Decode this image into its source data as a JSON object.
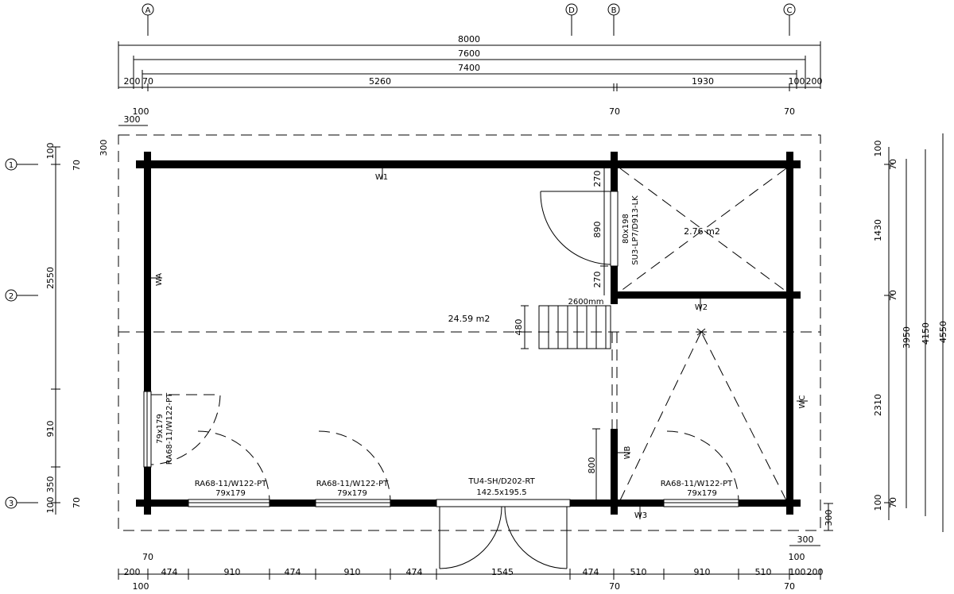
{
  "axes": {
    "A": "A",
    "D": "D",
    "B": "B",
    "C": "C",
    "r1": "1",
    "r2": "2",
    "r3": "3"
  },
  "top_dims": {
    "overall": "8000",
    "r2": "7600",
    "r3": "7400",
    "r4": [
      "200",
      "70",
      "5260",
      "1930",
      "100",
      "200"
    ],
    "r5": [
      "100",
      "70",
      "70"
    ],
    "r6": "300"
  },
  "bottom_dims": {
    "above": [
      "70",
      "100",
      "300"
    ],
    "main": [
      "200",
      "474",
      "910",
      "474",
      "910",
      "474",
      "1545",
      "474",
      "510",
      "910",
      "510",
      "100",
      "200"
    ],
    "below": [
      "100",
      "70",
      "70"
    ]
  },
  "left_dims": [
    "300",
    "100",
    "70",
    "2550",
    "910",
    "350",
    "100",
    "70"
  ],
  "right_dims": [
    "100",
    "70",
    "1430",
    "70",
    "2310",
    "100",
    "70",
    "3950",
    "4150",
    "4550",
    "300"
  ],
  "rooms": {
    "main_area": "24.59 m2",
    "small_area": "2.76 m2"
  },
  "walls": {
    "w1": "W1",
    "w2": "W2",
    "w3": "W3",
    "wa": "WA",
    "wb": "WB",
    "wc": "WC"
  },
  "openings": {
    "inner_door_code": "SU3-LP7/D913-LK",
    "inner_door_size": "80x198",
    "inner_door_dims": [
      "270",
      "890",
      "270"
    ],
    "stair_label": "2600mm",
    "stair_dim": "480",
    "wb_dim": "800",
    "left_window_code": "RA68-11/W122-PT",
    "left_window_size": "79x179",
    "win1_code": "RA68-11/W122-PT",
    "win1_size": "79x179",
    "win2_code": "RA68-11/W122-PT",
    "win2_size": "79x179",
    "main_door_code": "TU4-SH/D202-RT",
    "main_door_size": "142.5x195.5",
    "win3_code": "RA68-11/W122-PT",
    "win3_size": "79x179"
  },
  "colors": {
    "line": "#000000",
    "background": "#ffffff"
  }
}
